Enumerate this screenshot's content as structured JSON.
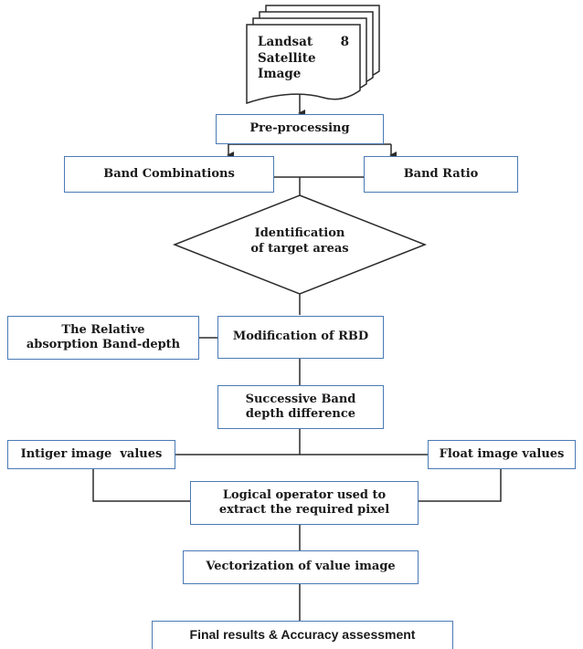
{
  "nodes": {
    "landsat_line1_a": "Landsat",
    "landsat_line1_b": "8",
    "landsat_line2": "Satellite",
    "landsat_line3": "Image",
    "preprocessing": "Pre-processing",
    "band_combinations": "Band Combinations",
    "band_ratio": "Band Ratio",
    "identification_line1": "Identification",
    "identification_line2": "of target areas",
    "relative_line1": "The Relative",
    "relative_line2": "absorption Band-depth",
    "modification_rbd": "Modification of RBD",
    "successive_line1": "Successive Band",
    "successive_line2": "depth difference",
    "integer_values": "Intiger image  values",
    "float_values": "Float image values",
    "logical_line1": "Logical operator used to",
    "logical_line2": "extract the required pixel",
    "vectorization": "Vectorization of value image",
    "final_results": "Final results & Accuracy assessment"
  },
  "colors": {
    "box_border": "#4a7ab5",
    "line": "#2b2b2b",
    "text": "#1a1a1a"
  }
}
